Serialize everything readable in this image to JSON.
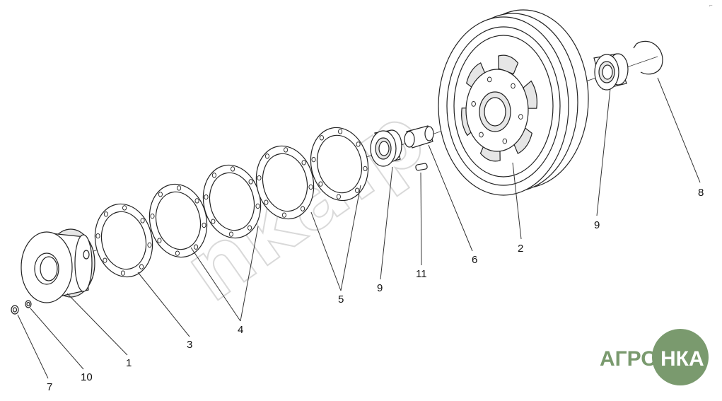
{
  "callouts": {
    "c1": "1",
    "c2": "2",
    "c3": "3",
    "c4": "4",
    "c5": "5",
    "c6": "6",
    "c7": "7",
    "c8": "8",
    "c9a": "9",
    "c9b": "9",
    "c10": "10",
    "c11": "11"
  },
  "watermark": {
    "text": "nka.p"
  },
  "logo": {
    "left_text": "АГРО",
    "right_text": "НКА",
    "left_color": "#7a9a6e",
    "circle_color": "#7a9a6e",
    "right_color": "#ffffff"
  }
}
